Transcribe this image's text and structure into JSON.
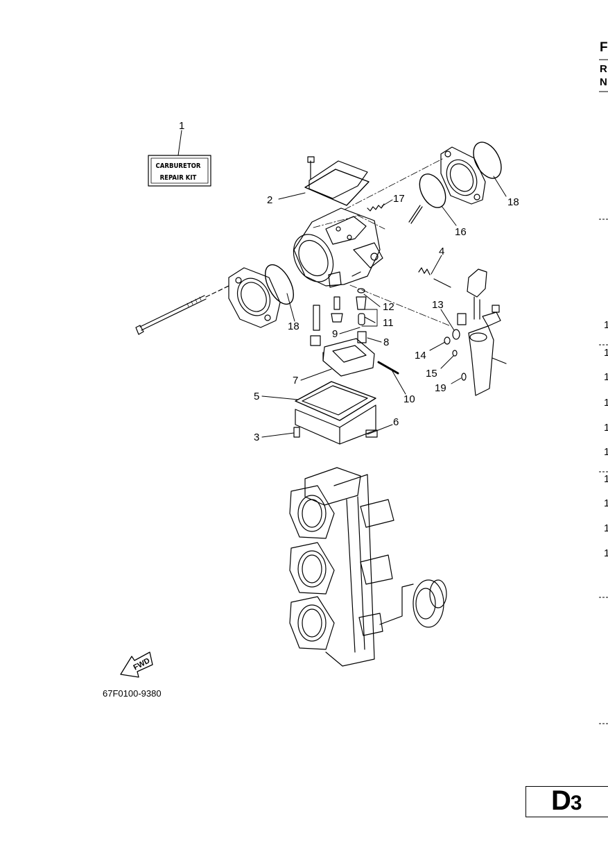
{
  "kit_label": {
    "line1": "CARBURETOR",
    "line2": "REPAIR KIT"
  },
  "fwd_label": "FWD",
  "part_code": "67F0100-9380",
  "page_code": {
    "letter": "D",
    "number": "3"
  },
  "right_edge": {
    "top": [
      "F",
      "R",
      "N"
    ],
    "numbers": [
      "1",
      "1",
      "1",
      "1",
      "1",
      "1",
      "1",
      "1",
      "1",
      "1"
    ]
  },
  "callouts": [
    "1",
    "2",
    "3",
    "4",
    "5",
    "6",
    "7",
    "8",
    "9",
    "10",
    "11",
    "12",
    "13",
    "14",
    "15",
    "16",
    "17",
    "18",
    "18",
    "19"
  ]
}
